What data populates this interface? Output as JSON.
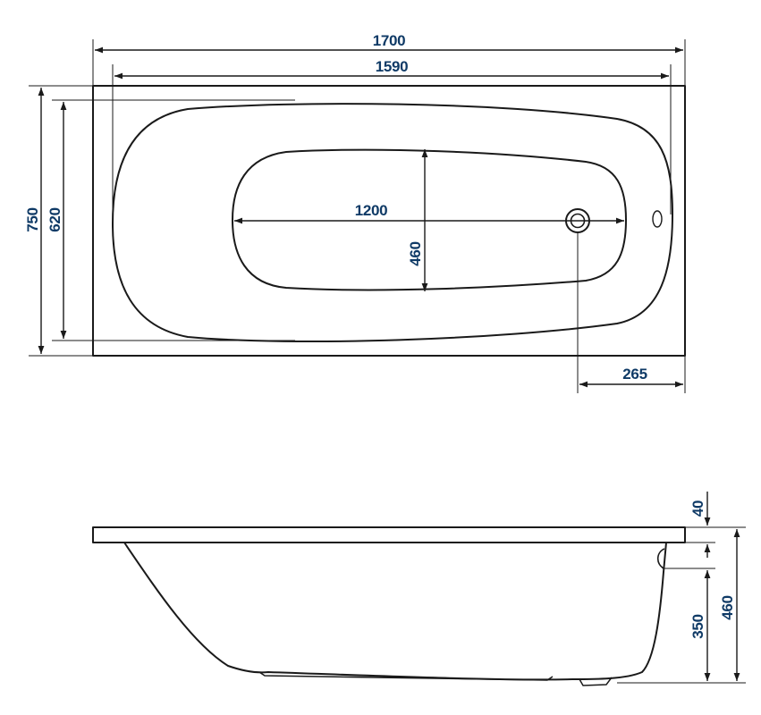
{
  "dimension_color": "#0f3a66",
  "line_color": "#1a1a1a",
  "top_view": {
    "overall_length": "1700",
    "inner_length": "1590",
    "overall_width": "750",
    "inner_width": "620",
    "basin_length": "1200",
    "basin_width": "460",
    "drain_offset": "265"
  },
  "side_view": {
    "rim_thickness": "40",
    "overflow_height": "350",
    "overall_height": "460"
  }
}
